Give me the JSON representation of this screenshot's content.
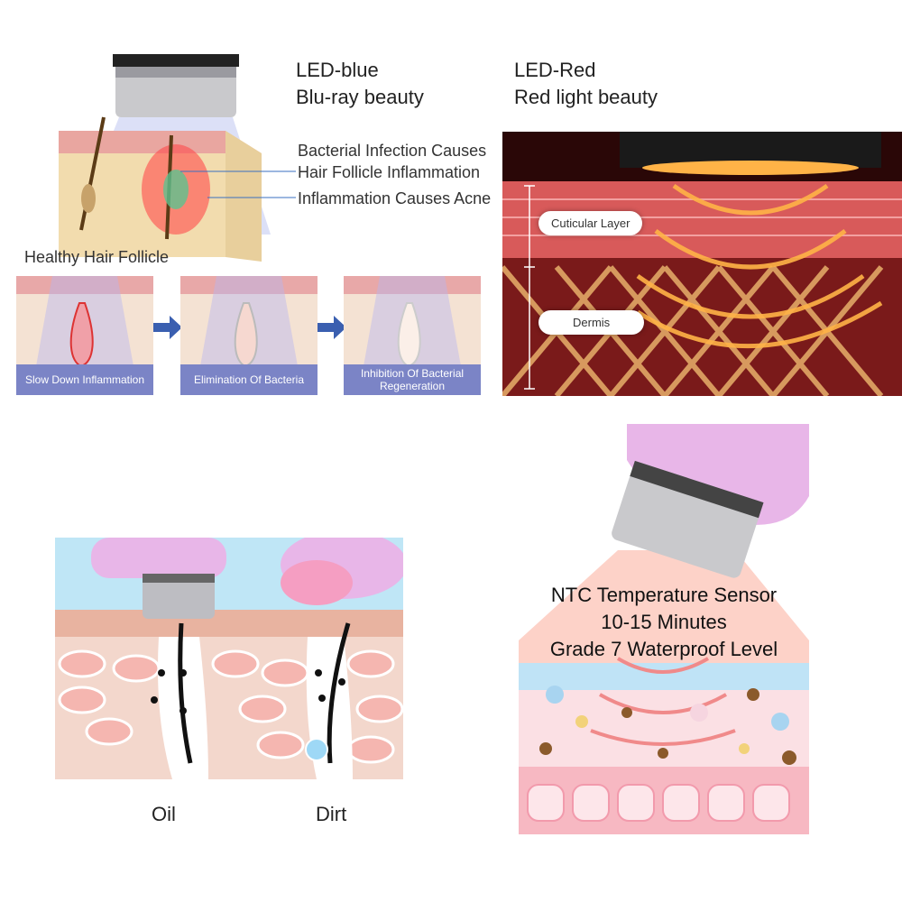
{
  "blue": {
    "title_line1": "LED-blue",
    "title_line2": "Blu-ray beauty",
    "annotation_infection_1": "Bacterial Infection Causes",
    "annotation_infection_2": "Hair Follicle Inflammation",
    "annotation_acne": "Inflammation Causes Acne",
    "annotation_healthy": "Healthy Hair Follicle",
    "steps": [
      {
        "label": "Slow Down Inflammation"
      },
      {
        "label": "Elimination Of Bacteria"
      },
      {
        "label": "Inhibition Of Bacterial Regeneration"
      }
    ]
  },
  "red": {
    "title_line1": "LED-Red",
    "title_line2": "Red light beauty",
    "layer_cuticular": "Cuticular Layer",
    "layer_dermis": "Dermis"
  },
  "cleansing": {
    "label_oil": "Oil",
    "label_dirt": "Dirt"
  },
  "features": {
    "line1": "NTC Temperature Sensor",
    "line2": "10-15 Minutes",
    "line3": "Grade 7 Waterproof Level"
  },
  "colors": {
    "step_caption_bg": "#7b84c6",
    "blue_accent": "#3a6fc0",
    "red_glow": "#ff9a30",
    "device_pink": "#e8b6e8"
  }
}
